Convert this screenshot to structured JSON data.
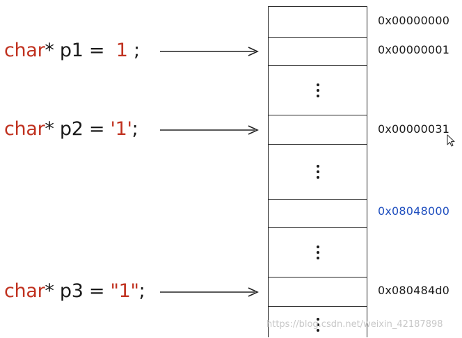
{
  "declarations": [
    {
      "keyword": "char",
      "rest": "* p1 =",
      "literal": "1",
      "tail": ";"
    },
    {
      "keyword": "char",
      "rest": "* p2 =",
      "literal": "'1'",
      "tail": ";"
    },
    {
      "keyword": "char",
      "rest": "* p3 =",
      "literal": "\"1\"",
      "tail": ";"
    }
  ],
  "memory": {
    "addresses": [
      {
        "text": "0x00000000",
        "color": "#1a1a1a"
      },
      {
        "text": "0x00000001",
        "color": "#1a1a1a"
      },
      {
        "text": "0x00000031",
        "color": "#1a1a1a"
      },
      {
        "text": "0x08048000",
        "color": "#1f4fbf"
      },
      {
        "text": "0x080484d0",
        "color": "#1a1a1a"
      }
    ],
    "ellipsis": "⋮"
  },
  "watermark": "https://blog.csdn.net/weixin_42187898",
  "colors": {
    "keyword": "#c0311f",
    "text": "#1a1a1a",
    "highlight_address": "#1f4fbf",
    "line": "#222222"
  }
}
